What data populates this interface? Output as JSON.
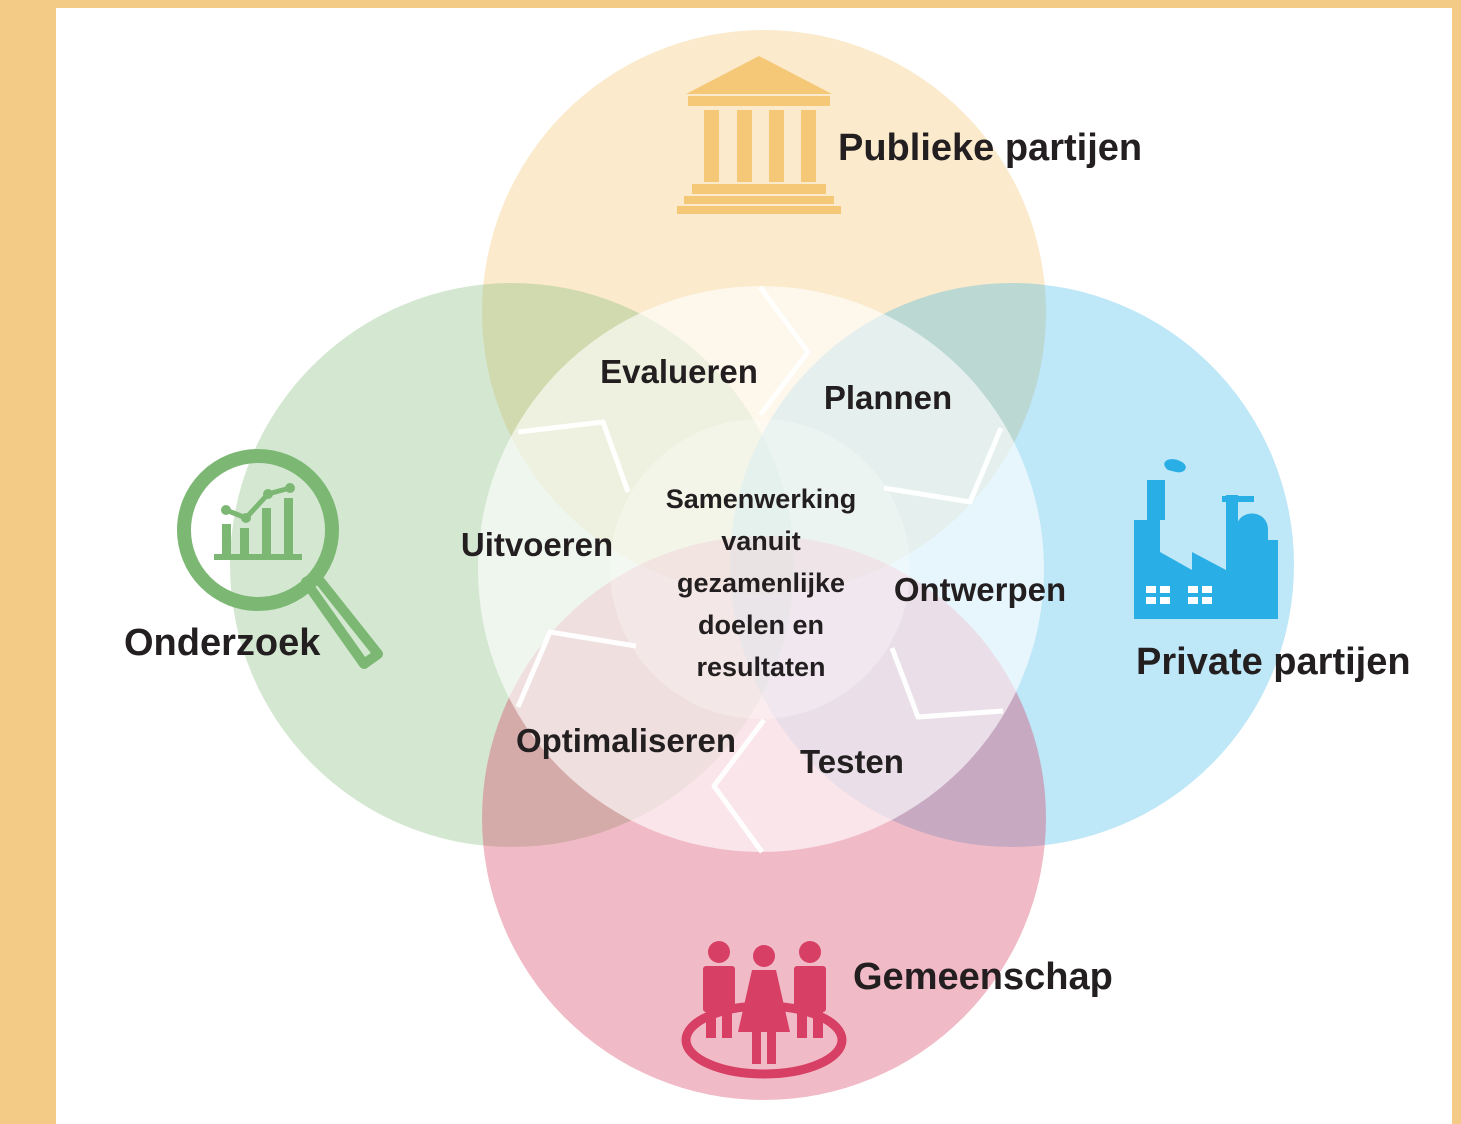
{
  "groups": {
    "publiek": {
      "label": "Publieke partijen",
      "color": "#f5c878",
      "icon": "government-building-icon"
    },
    "private": {
      "label": "Private partijen",
      "color": "#29aee6",
      "icon": "factory-icon"
    },
    "onderzoek": {
      "label": "Onderzoek",
      "color": "#7cb874",
      "icon": "magnifier-chart-icon"
    },
    "gemeenschap": {
      "label": "Gemeenschap",
      "color": "#d73f64",
      "icon": "community-people-icon"
    }
  },
  "cycle": {
    "steps": [
      "Evalueren",
      "Plannen",
      "Ontwerpen",
      "Testen",
      "Optimaliseren",
      "Uitvoeren"
    ]
  },
  "center": {
    "lines": [
      "Samenwerking",
      "vanuit",
      "gezamenlijke",
      "doelen en",
      "resultaten"
    ]
  }
}
